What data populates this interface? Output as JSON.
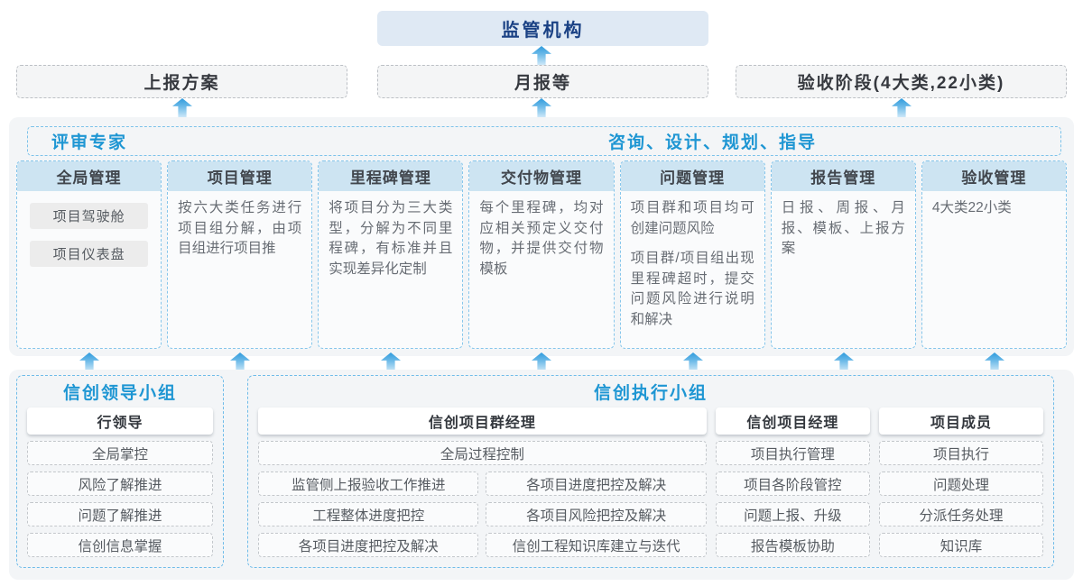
{
  "regulator": {
    "label": "监管机构"
  },
  "report_row": {
    "plan": "上报方案",
    "monthly": "月报等",
    "acceptance": "验收阶段(4大类,22小类)"
  },
  "expert_band": {
    "left": "评审专家",
    "right": "咨询、设计、规划、指导"
  },
  "columns": [
    {
      "title": "全局管理",
      "pills": [
        "项目驾驶舱",
        "项目仪表盘"
      ]
    },
    {
      "title": "项目管理",
      "body": [
        "按六大类任务进行项目组分解，由项目组进行项目推"
      ]
    },
    {
      "title": "里程碑管理",
      "body": [
        "将项目分为三大类型，分解为不同里程碑，有标准并且实现差异化定制"
      ]
    },
    {
      "title": "交付物管理",
      "body": [
        "每个里程碑，均对应相关预定义交付物，并提供交付物模板"
      ]
    },
    {
      "title": "问题管理",
      "body": [
        "项目群和项目均可创建问题风险",
        "项目群/项目组出现里程碑超时，提交问题风险进行说明和解决"
      ]
    },
    {
      "title": "报告管理",
      "body": [
        "日报、周报、月报、模板、上报方案"
      ]
    },
    {
      "title": "验收管理",
      "body": [
        "4大类22小类"
      ]
    }
  ],
  "groups": {
    "lead": {
      "title": "信创领导小组",
      "role": "行领导",
      "items": [
        "全局掌控",
        "风险了解推进",
        "问题了解推进",
        "信创信息掌握"
      ]
    },
    "exec": {
      "title": "信创执行小组",
      "program_manager": {
        "role": "信创项目群经理",
        "full_item": "全局过程控制",
        "grid": [
          "监管侧上报验收工作推进",
          "各项目进度把控及解决",
          "工程整体进度把控",
          "各项目风险把控及解决",
          "各项目进度把控及解决",
          "信创工程知识库建立与迭代"
        ]
      },
      "project_manager": {
        "role": "信创项目经理",
        "items": [
          "项目执行管理",
          "项目各阶段管控",
          "问题上报、升级",
          "报告模板协助"
        ]
      },
      "members": {
        "role": "项目成员",
        "items": [
          "项目执行",
          "问题处理",
          "分派任务处理",
          "知识库"
        ]
      }
    }
  },
  "colors": {
    "accent_blue": "#1e96d3",
    "navy_title": "#1a4184",
    "regulator_bg": "#dfe9f4",
    "column_header_bg": "#cde4f2",
    "dashed_blue_border": "#7cc2ea",
    "dashed_gray_border": "#c3c7cb",
    "panel_bg": "#f3f5f7",
    "arrow_gradient_top": "#2f9bdd",
    "arrow_gradient_bottom": "#cde8f8"
  }
}
